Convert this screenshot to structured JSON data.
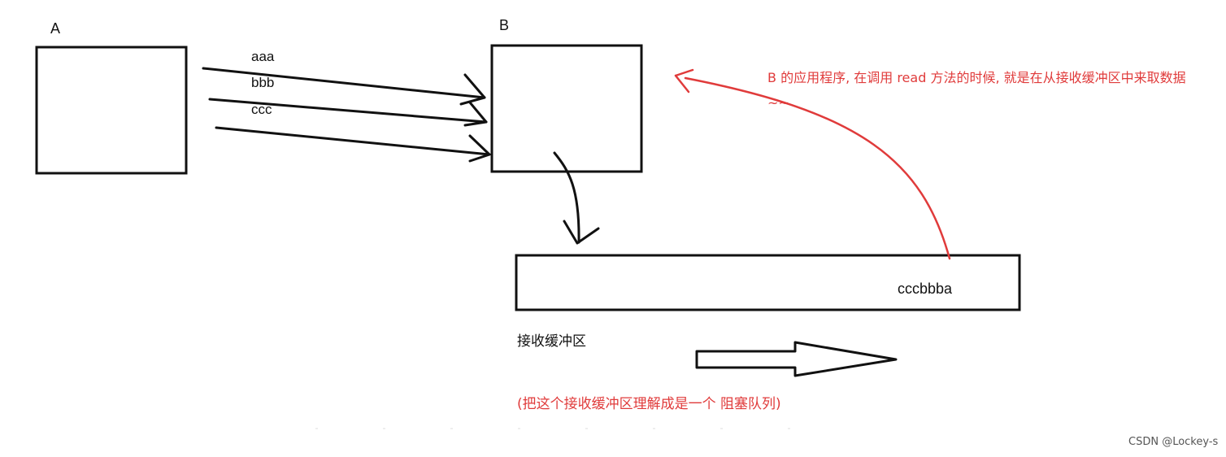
{
  "labels": {
    "node_a": "A",
    "node_b": "B",
    "buffer_label": "接收缓冲区",
    "buffer_content": "cccbbba"
  },
  "messages": [
    "aaa",
    "bbb",
    "ccc"
  ],
  "notes": {
    "read_note": "B 的应用程序, 在调用 read 方法的时候, 就是在从接收缓冲区中来取数据~~",
    "queue_note": "(把这个接收缓冲区理解成是一个 阻塞队列)"
  },
  "watermark": "CSDN @Lockey-s",
  "colors": {
    "ink": "#111111",
    "annotation": "#e03b3b"
  }
}
